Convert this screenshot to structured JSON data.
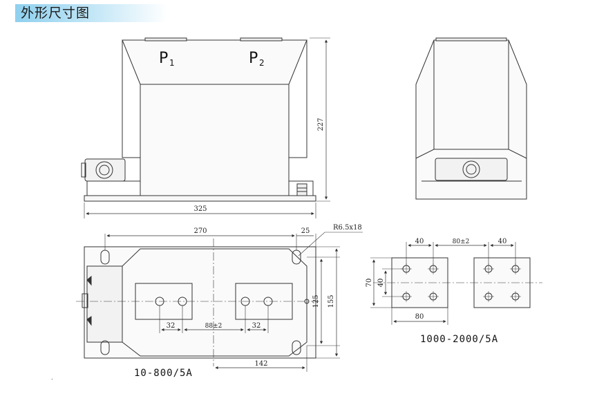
{
  "header": {
    "title": "外形尺寸图"
  },
  "front_view": {
    "terminal_p1": "P",
    "terminal_p1_sub": "1",
    "terminal_p2": "P",
    "terminal_p2_sub": "2",
    "dim_height": "227",
    "dim_width": "325"
  },
  "top_view": {
    "dim_270": "270",
    "dim_25": "25",
    "dim_r": "R6.5x18",
    "dim_125": "125",
    "dim_155": "155",
    "dim_32_left": "32",
    "dim_88": "88±2",
    "dim_32_right": "32",
    "dim_142": "142",
    "caption": "10-800/5A"
  },
  "detail_view": {
    "dim_40_left": "40",
    "dim_80pm2": "80±2",
    "dim_40_right": "40",
    "dim_70": "70",
    "dim_40_v": "40",
    "dim_80": "80",
    "caption": "1000-2000/5A"
  }
}
